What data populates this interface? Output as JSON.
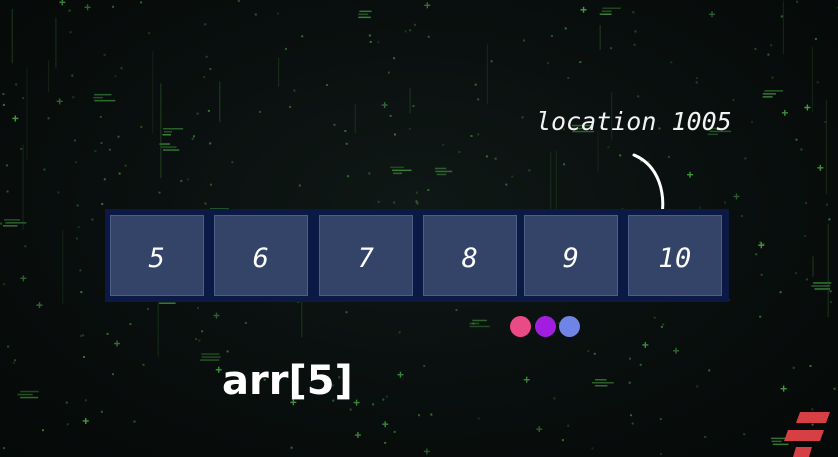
{
  "array": {
    "label": "arr[5]",
    "cells": [
      {
        "value": "5"
      },
      {
        "value": "6"
      },
      {
        "value": "7"
      },
      {
        "value": "8"
      },
      {
        "value": "9"
      },
      {
        "value": "10"
      }
    ]
  },
  "annotation": {
    "text": "location 1005",
    "target_cell_index": 5
  },
  "indicator_dots": [
    {
      "color": "#e94b86"
    },
    {
      "color": "#a11ee0"
    },
    {
      "color": "#7083e6"
    }
  ],
  "colors": {
    "background": "#070c0b",
    "array_border": "#0a1a45",
    "cell_fill": "#334468",
    "text": "#ffffff",
    "logo": "#d64045"
  },
  "icons": {
    "arrow": "curved-arrow-down-icon",
    "logo": "brand-logo-icon"
  }
}
